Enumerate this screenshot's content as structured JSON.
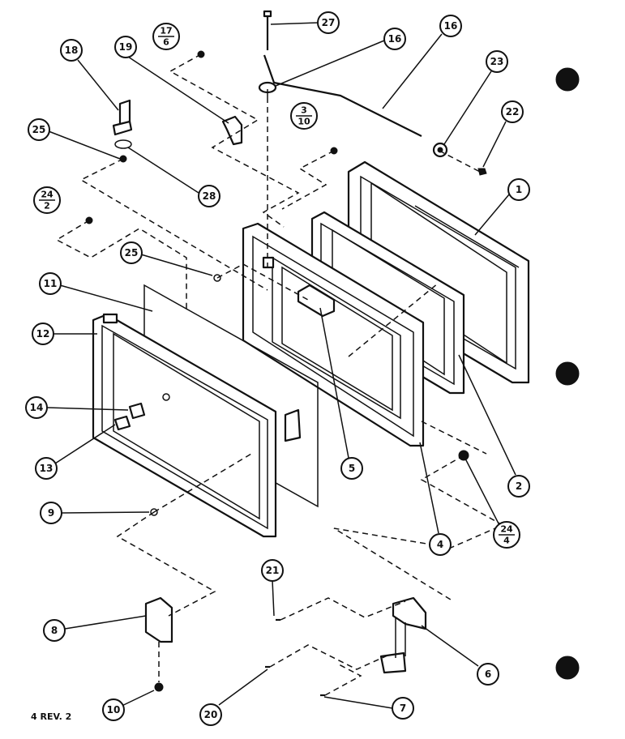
{
  "diagram": {
    "footer_label": "4 REV. 2",
    "callouts": [
      {
        "id": "c27",
        "label": "27"
      },
      {
        "id": "c16a",
        "label": "16"
      },
      {
        "id": "c16b",
        "label": "16"
      },
      {
        "id": "c23",
        "label": "23"
      },
      {
        "id": "c22",
        "label": "22"
      },
      {
        "id": "c18",
        "label": "18"
      },
      {
        "id": "c19",
        "label": "19"
      },
      {
        "id": "c25a",
        "label": "25"
      },
      {
        "id": "c28",
        "label": "28"
      },
      {
        "id": "c1",
        "label": "1"
      },
      {
        "id": "c25b",
        "label": "25"
      },
      {
        "id": "c11",
        "label": "11"
      },
      {
        "id": "c12",
        "label": "12"
      },
      {
        "id": "c14",
        "label": "14"
      },
      {
        "id": "c13",
        "label": "13"
      },
      {
        "id": "c9",
        "label": "9"
      },
      {
        "id": "c5",
        "label": "5"
      },
      {
        "id": "c4",
        "label": "4"
      },
      {
        "id": "c2",
        "label": "2"
      },
      {
        "id": "c21",
        "label": "21"
      },
      {
        "id": "c8",
        "label": "8"
      },
      {
        "id": "c6",
        "label": "6"
      },
      {
        "id": "c10",
        "label": "10"
      },
      {
        "id": "c20",
        "label": "20"
      },
      {
        "id": "c7",
        "label": "7"
      }
    ],
    "fractions": [
      {
        "id": "f17_6",
        "num": "17",
        "den": "6"
      },
      {
        "id": "f3_10",
        "num": "3",
        "den": "10"
      },
      {
        "id": "f24_2",
        "num": "24",
        "den": "2"
      },
      {
        "id": "f24_4",
        "num": "24",
        "den": "4"
      }
    ]
  }
}
